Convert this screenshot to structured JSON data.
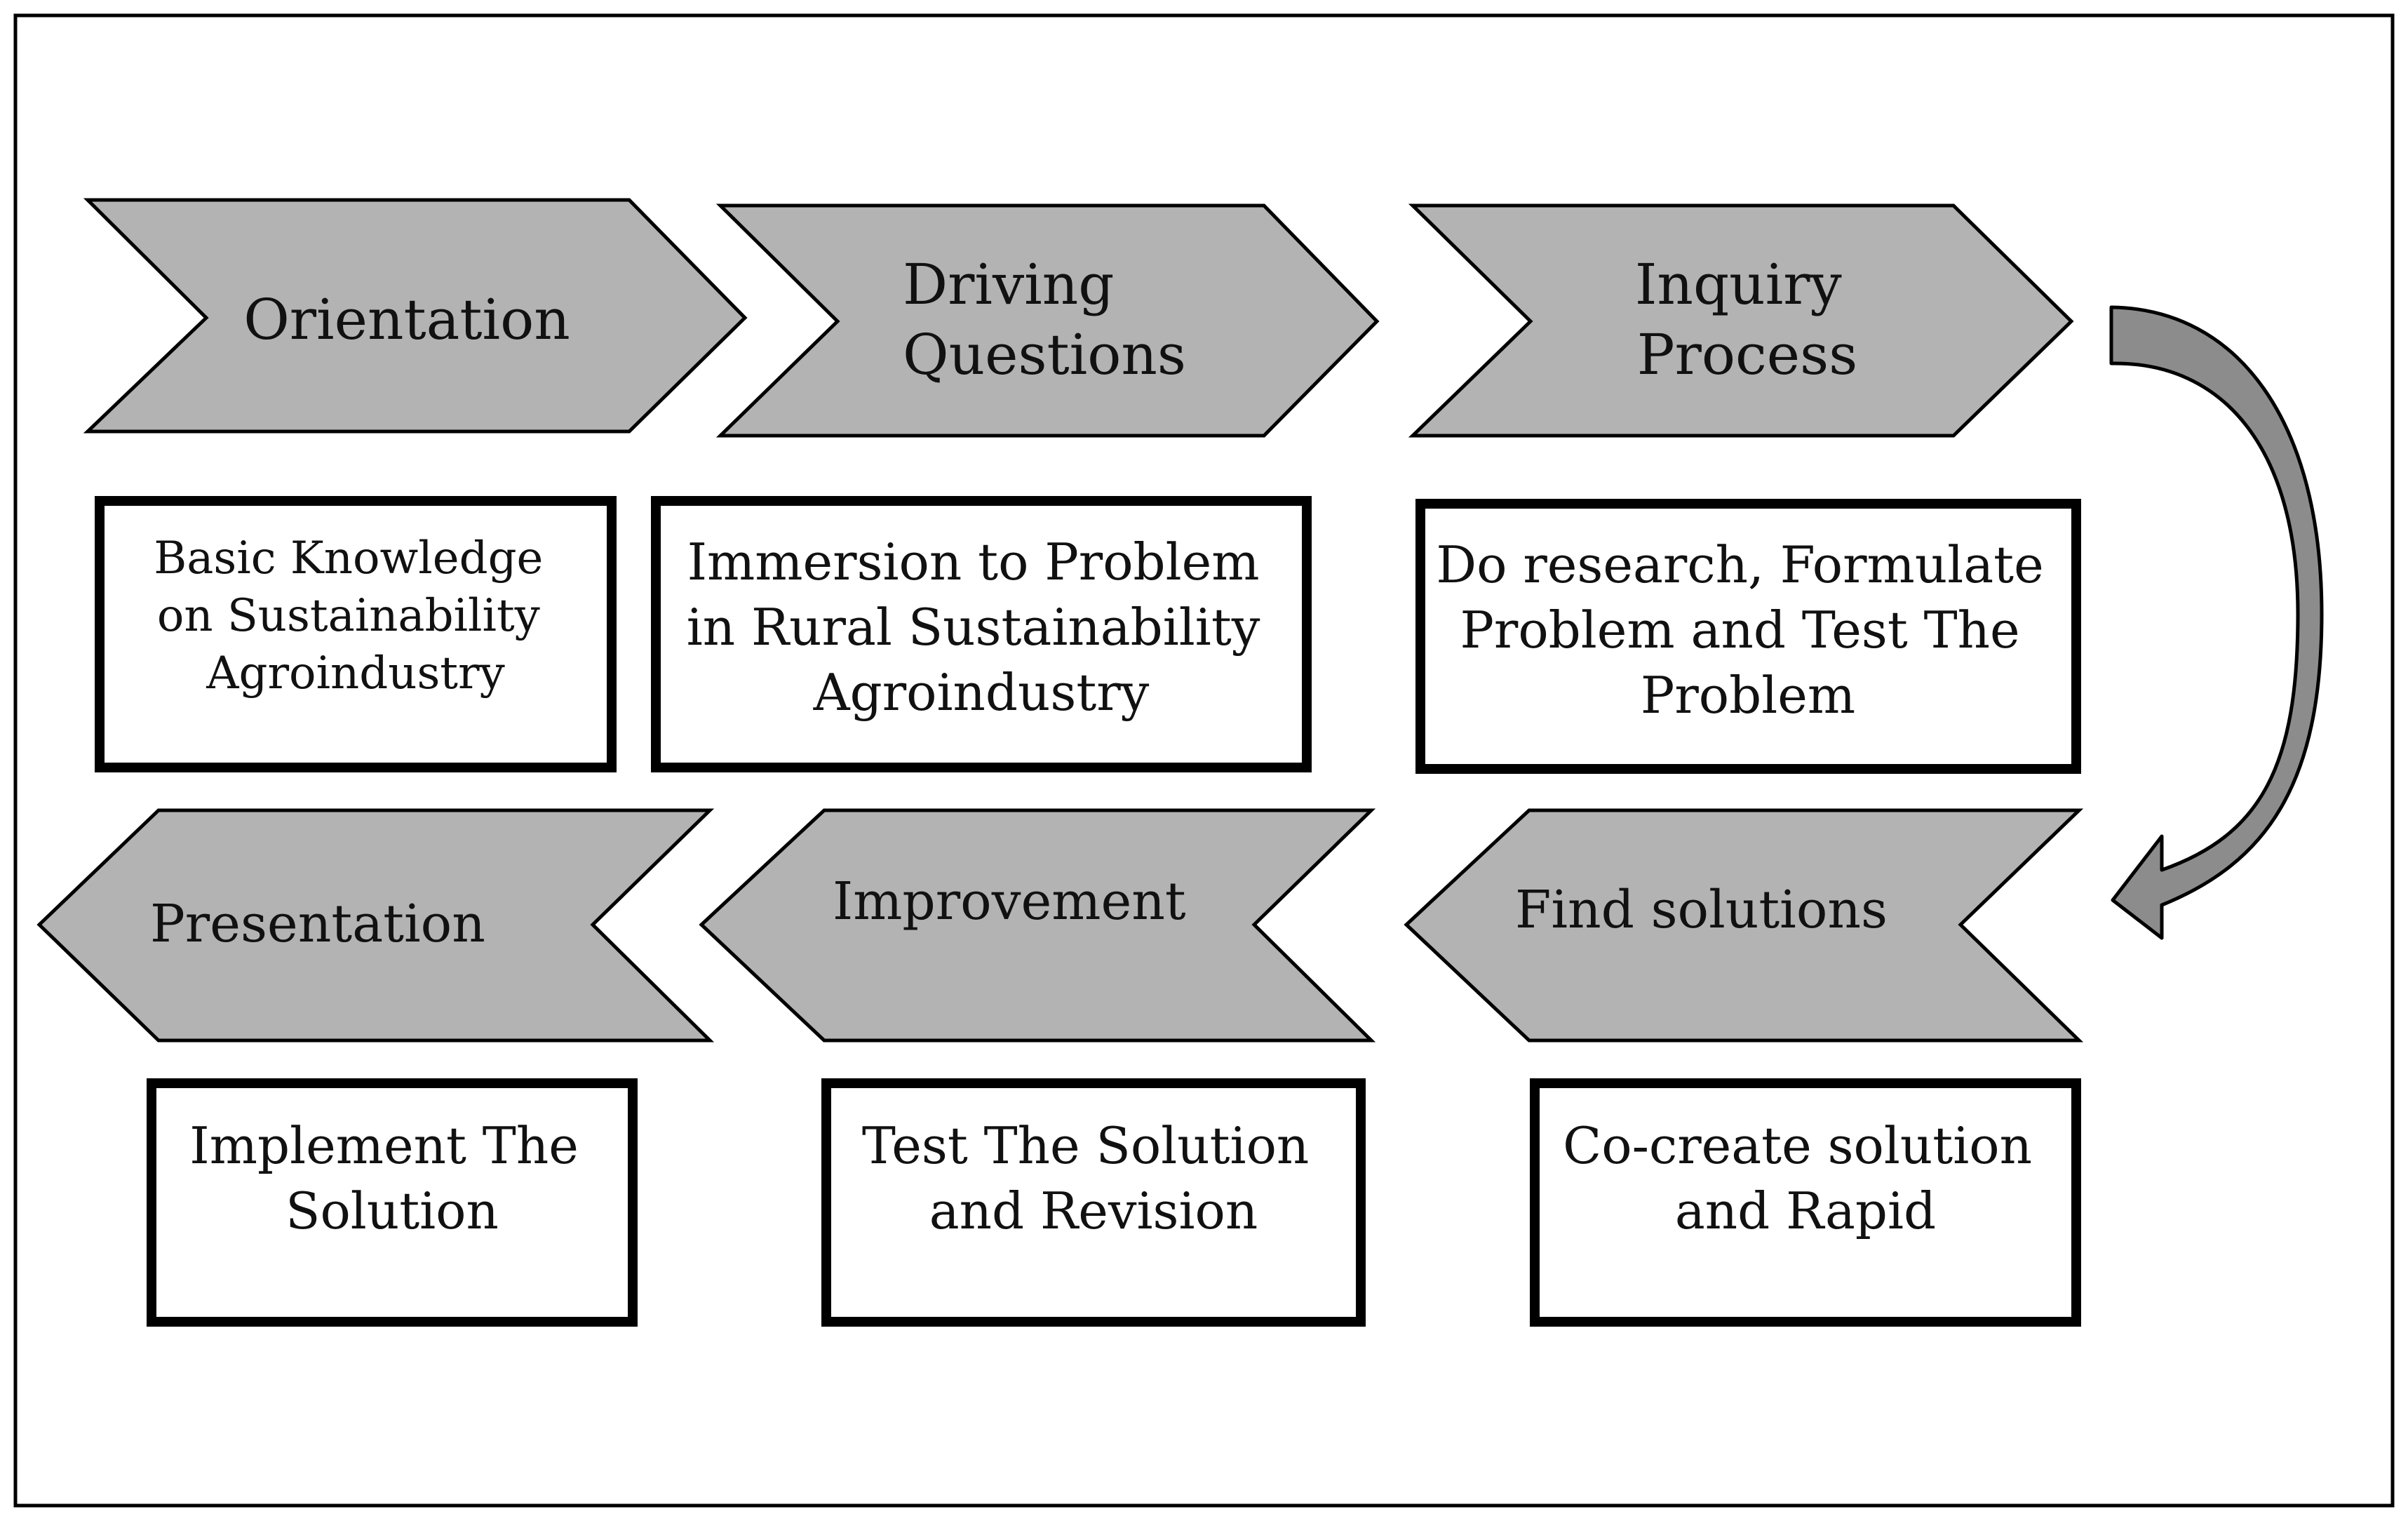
{
  "steps": [
    {
      "title_lines": [
        "Orientation"
      ],
      "description_lines": [
        "Basic Knowledge",
        "on Sustainability",
        "Agroindustry"
      ]
    },
    {
      "title_lines": [
        "Driving",
        "Questions"
      ],
      "description_lines": [
        "Immersion to Problem",
        "in Rural Sustainability",
        "Agroindustry"
      ]
    },
    {
      "title_lines": [
        "Inquiry",
        "Process"
      ],
      "description_lines": [
        "Do research, Formulate",
        "Problem and  Test The",
        "Problem"
      ]
    },
    {
      "title_lines": [
        "Find solutions"
      ],
      "description_lines": [
        "Co-create solution",
        "and Rapid"
      ]
    },
    {
      "title_lines": [
        "Improvement"
      ],
      "description_lines": [
        "Test The Solution",
        "and Revision"
      ]
    },
    {
      "title_lines": [
        "Presentation"
      ],
      "description_lines": [
        "Implement The",
        "Solution"
      ]
    }
  ],
  "colors": {
    "chevron_fill": "#b3b3b3",
    "curved_arrow_fill": "#8c8c8c",
    "stroke": "#000000",
    "background": "#ffffff"
  }
}
